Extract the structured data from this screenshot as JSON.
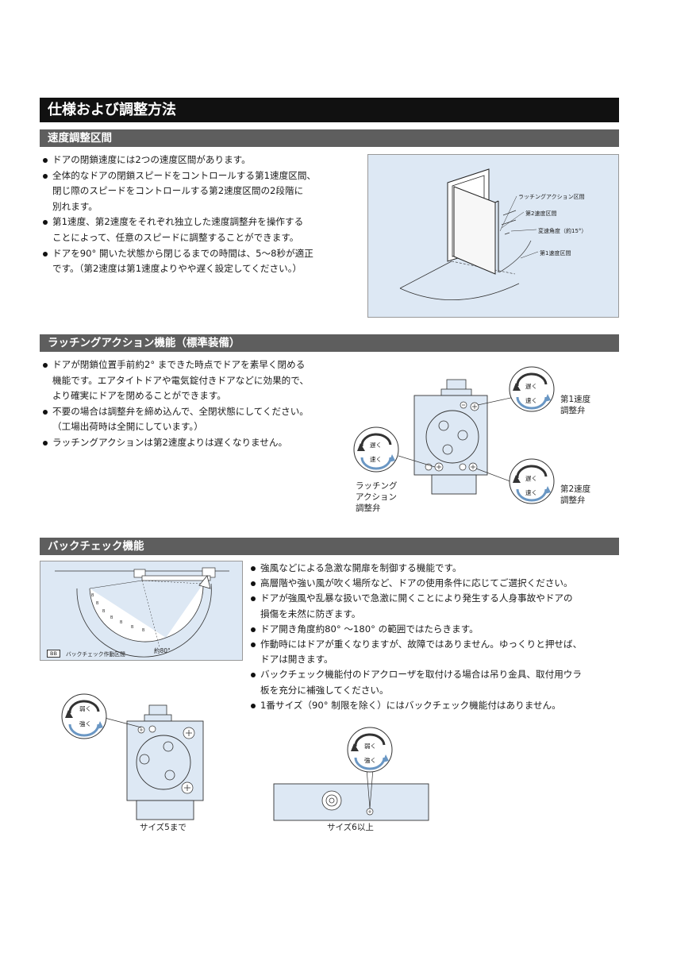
{
  "main_title": "仕様および調整方法",
  "section1": {
    "heading": "速度調整区間",
    "bullets": [
      "ドアの閉鎖速度には2つの速度区間があります。",
      "全体的なドアの閉鎖スピードをコントロールする第1速度区間、\n閉じ際のスピードをコントロールする第2速度区間の2段階に\n別れます。",
      "第1速度、第2速度をそれぞれ独立した速度調整弁を操作する\nことによって、任意のスピードに調整することができます。",
      "ドアを90° 開いた状態から閉じるまでの時間は、5〜8秒が適正\nです。（第2速度は第1速度よりやや遅く設定してください。）"
    ],
    "diagram": {
      "latching_label": "ラッチングアクション区間",
      "speed2_label": "第2速度区間",
      "angle_label": "変速角度（約15°）",
      "speed1_label": "第1速度区間"
    }
  },
  "section2": {
    "heading": "ラッチングアクション機能（標準装備）",
    "bullets": [
      "ドアが閉鎖位置手前約2° まできた時点でドアを素早く閉める\n機能です。エアタイトドアや電気錠付きドアなどに効果的で、\nより確実にドアを閉めることができます。",
      "不要の場合は調整弁を締め込んで、全閉状態にしてください。\n（工場出荷時は全開にしています。）",
      "ラッチングアクションは第2速度よりは遅くなりません。"
    ],
    "diagram": {
      "slow": "遅く",
      "fast": "速く",
      "speed1_valve": "第1速度\n調整弁",
      "speed2_valve": "第2速度\n調整弁",
      "latching_valve": "ラッチング\nアクション\n調整弁"
    }
  },
  "section3": {
    "heading": "バックチェック機能",
    "bullets": [
      "強風などによる急激な開扉を制御する機能です。",
      "高層階や強い風が吹く場所など、ドアの使用条件に応じてご選択ください。",
      "ドアが強風や乱暴な扱いで急激に開くことにより発生する人身事故やドアの\n損傷を未然に防ぎます。",
      "ドア開き角度約80° 〜180° の範囲ではたらきます。",
      "作動時にはドアが重くなりますが、故障ではありません。ゆっくりと押せば、\nドアは開きます。",
      "バックチェック機能付のドアクローザを取付ける場合は吊り金具、取付用ウラ\n板を充分に補強してください。",
      "1番サイズ（90° 制限を除く）にはバックチェック機能付はありません。"
    ],
    "diagram": {
      "bb_tag": "BB",
      "bb_label": "バックチェック作動区間",
      "angle_label": "約80°",
      "weak": "弱く",
      "strong": "強く",
      "size5_caption": "サイズ5まで",
      "size6_caption": "サイズ6以上"
    }
  },
  "colors": {
    "title_bg": "#111111",
    "section_bg": "#5e5e5e",
    "panel_bg": "#dde8f4",
    "arrow_blue": "#6a97c4"
  }
}
